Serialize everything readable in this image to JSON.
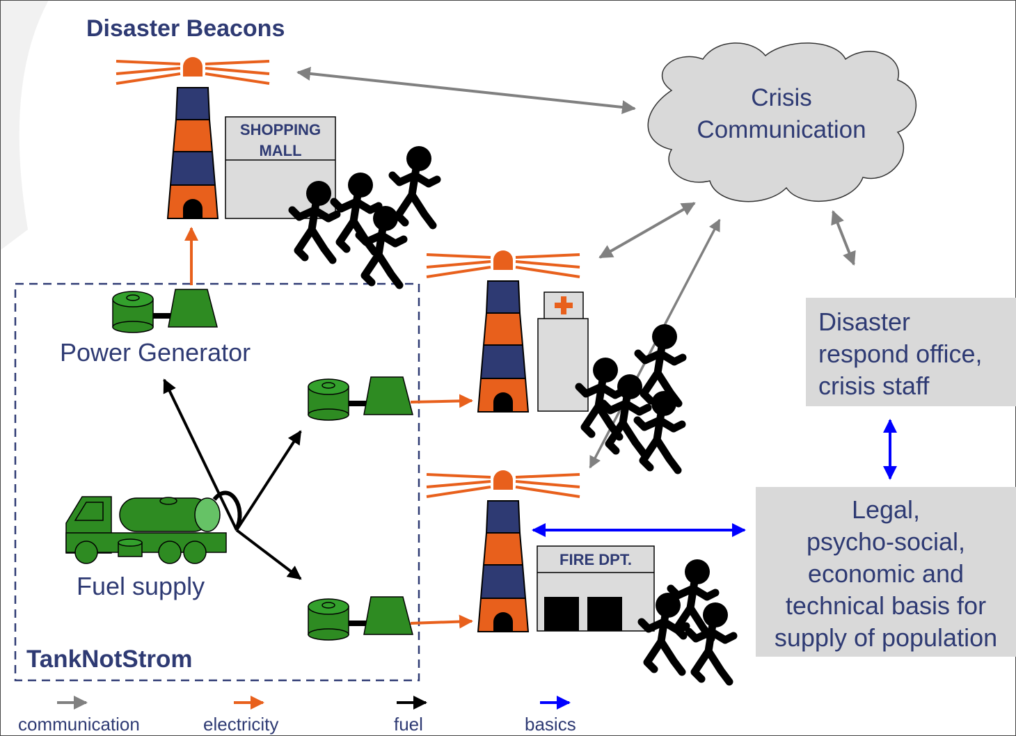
{
  "title": "Disaster Beacons",
  "cloud_label": [
    "Crisis",
    "Communication"
  ],
  "power_generator_label": "Power Generator",
  "fuel_supply_label": "Fuel supply",
  "tanknotstrom_label": "TankNotStrom",
  "shopping_mall_label": [
    "SHOPPING",
    "MALL"
  ],
  "fire_dpt_label": "FIRE DPT.",
  "disaster_office_lines": [
    "Disaster",
    "respond office,",
    "crisis staff"
  ],
  "legal_box_lines": [
    "Legal,",
    "psycho-social,",
    "economic and",
    "technical basis for",
    "supply of population"
  ],
  "legend": [
    {
      "label": "communication",
      "color": "#808080"
    },
    {
      "label": "electricity",
      "color": "#E8601C"
    },
    {
      "label": "fuel",
      "color": "#000000"
    },
    {
      "label": "basics",
      "color": "#0000FF"
    }
  ],
  "colors": {
    "navy": "#2E3A73",
    "orange": "#E8601C",
    "green": "#2E8B22",
    "gray_box": "#D9D9D9",
    "cloud": "#D9D9D9"
  }
}
